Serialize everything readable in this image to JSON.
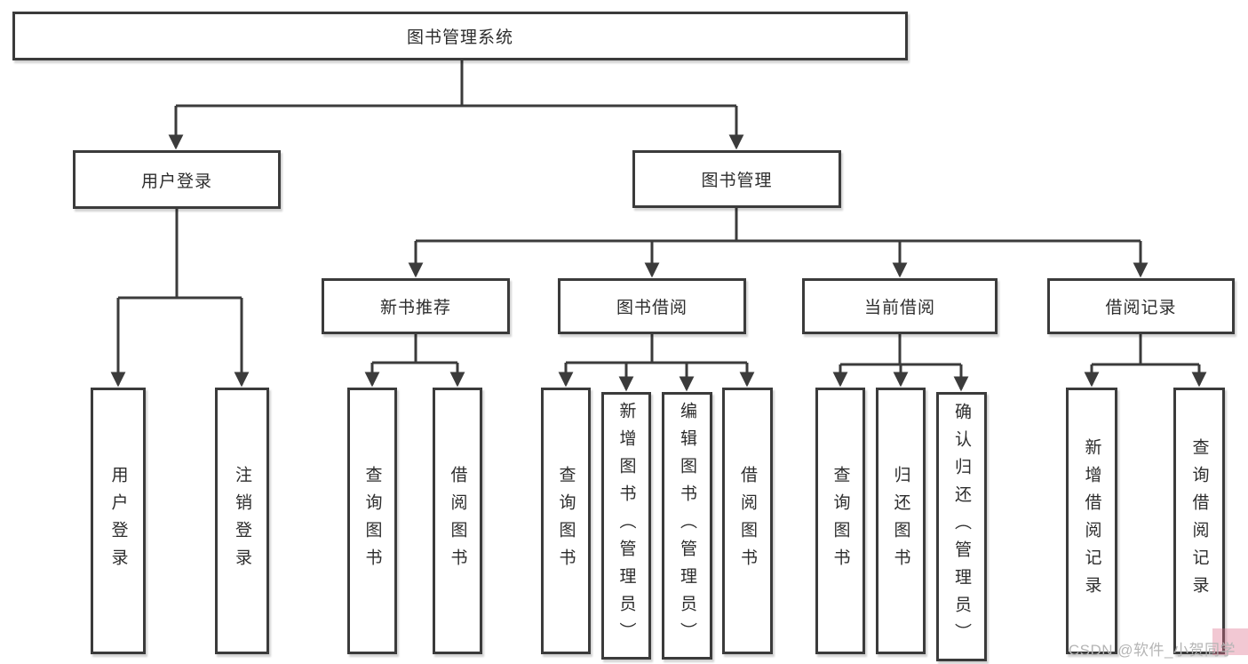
{
  "diagram_type": "hierarchy-tree",
  "colors": {
    "line": "#3b3b3b",
    "box_border": "#3b3b3b",
    "text": "#2d2d2d",
    "background": "#ffffff",
    "watermark_text": "#b5b5b5",
    "watermark_tint": "#de6e8c"
  },
  "tree": {
    "label": "图书管理系统",
    "children": [
      {
        "label": "用户登录",
        "children": [
          {
            "label": "用户登录"
          },
          {
            "label": "注销登录"
          }
        ]
      },
      {
        "label": "图书管理",
        "children": [
          {
            "label": "新书推荐",
            "children": [
              {
                "label": "查询图书"
              },
              {
                "label": "借阅图书"
              }
            ]
          },
          {
            "label": "图书借阅",
            "children": [
              {
                "label": "查询图书"
              },
              {
                "label": "新增图书（管理员）"
              },
              {
                "label": "编辑图书（管理员）"
              },
              {
                "label": "借阅图书"
              }
            ]
          },
          {
            "label": "当前借阅",
            "children": [
              {
                "label": "查询图书"
              },
              {
                "label": "归还图书"
              },
              {
                "label": "确认归还（管理员）"
              }
            ]
          },
          {
            "label": "借阅记录",
            "children": [
              {
                "label": "新增借阅记录"
              },
              {
                "label": "查询借阅记录"
              }
            ]
          }
        ]
      }
    ]
  },
  "watermark": {
    "text": "CSDN @软件_小贺同学"
  }
}
